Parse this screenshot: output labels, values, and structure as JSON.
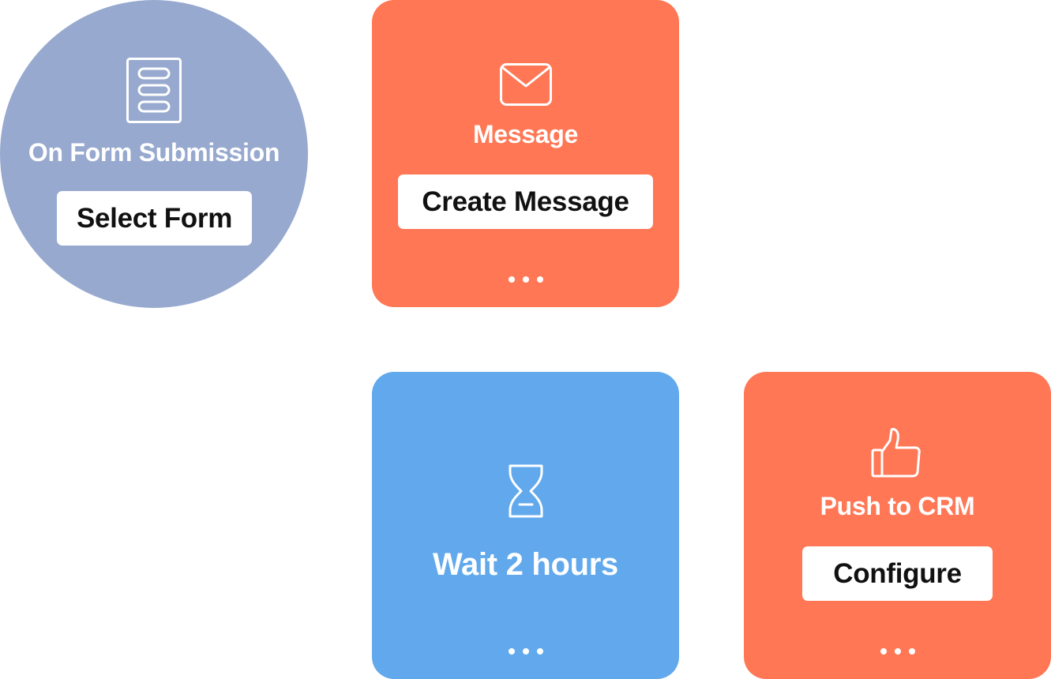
{
  "colors": {
    "trigger": "#97A9CF",
    "action": "#FF7755",
    "wait": "#61A9EC",
    "button_bg": "#FFFFFF",
    "button_text": "#111111"
  },
  "trigger": {
    "icon": "form-icon",
    "title": "On Form Submission",
    "button_label": "Select Form"
  },
  "message_step": {
    "icon": "envelope-icon",
    "title": "Message",
    "button_label": "Create Message",
    "more_icon": "more-dots-icon"
  },
  "wait_step": {
    "icon": "hourglass-icon",
    "title": "Wait 2 hours",
    "more_icon": "more-dots-icon"
  },
  "crm_step": {
    "icon": "thumbs-up-icon",
    "title": "Push to CRM",
    "button_label": "Configure",
    "more_icon": "more-dots-icon"
  }
}
